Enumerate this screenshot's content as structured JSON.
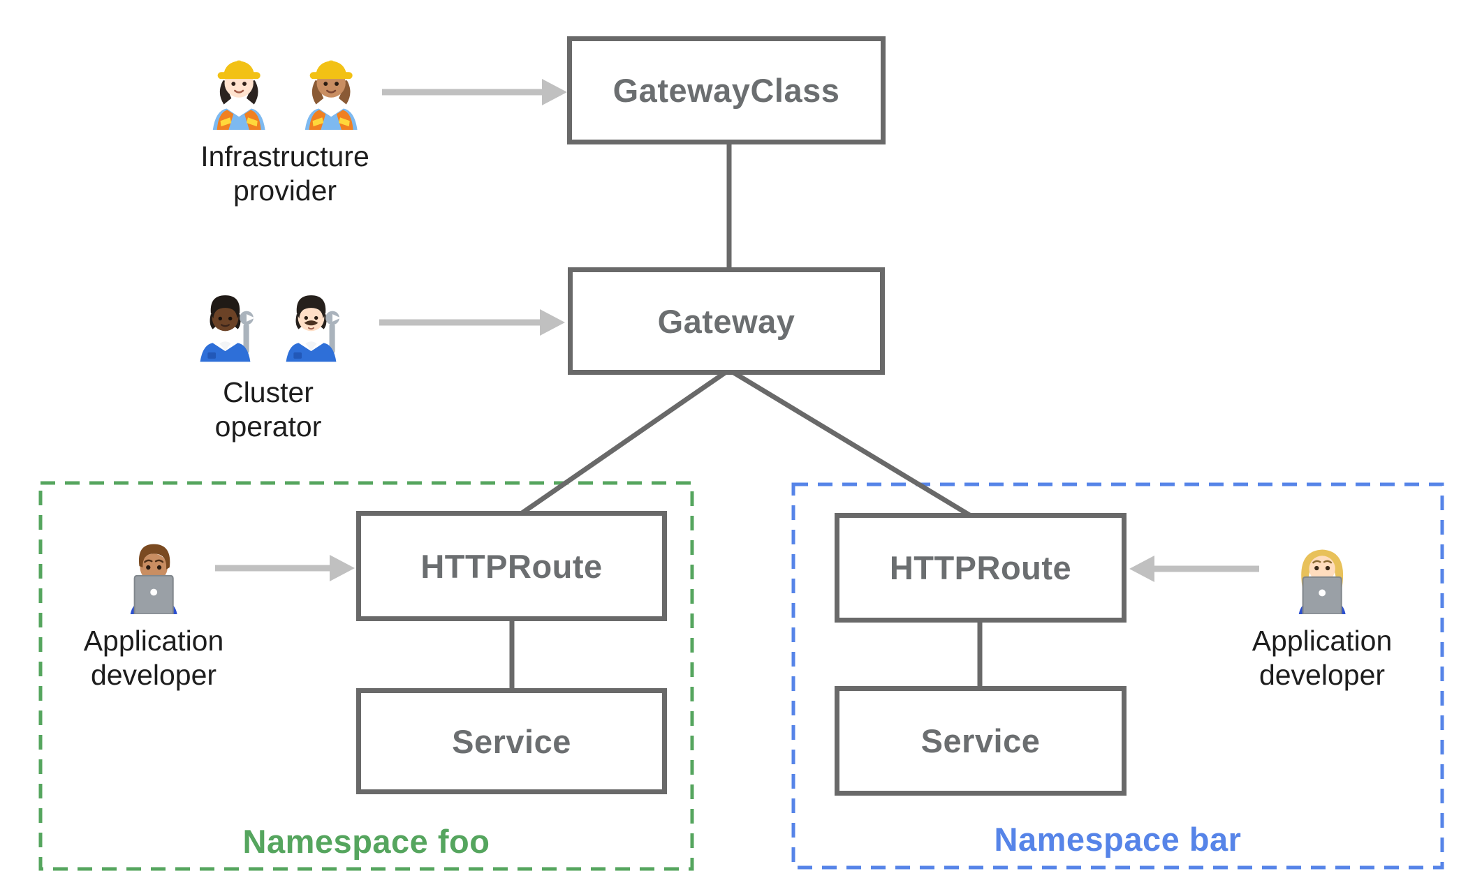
{
  "colors": {
    "bg": "#ffffff",
    "line": "#696969",
    "box-text": "#6b6e70",
    "arrow": "#c0c0c0",
    "label-text": "#1d1d1d",
    "ns-foo": "#55a55e",
    "ns-bar": "#5684e8"
  },
  "nodes": {
    "gateway_class": "GatewayClass",
    "gateway": "Gateway",
    "httproute_foo": "HTTPRoute",
    "service_foo": "Service",
    "httproute_bar": "HTTPRoute",
    "service_bar": "Service"
  },
  "personas": {
    "infrastructure_provider": {
      "label": "Infrastructure provider",
      "icons": [
        "woman-construction-worker-light-icon",
        "woman-construction-worker-medium-icon"
      ]
    },
    "cluster_operator": {
      "label": "Cluster operator",
      "icons": [
        "mechanic-dark-icon",
        "man-mechanic-light-icon"
      ]
    },
    "app_developer_foo": {
      "label": "Application developer",
      "icons": [
        "man-technologist-icon"
      ]
    },
    "app_developer_bar": {
      "label": "Application developer",
      "icons": [
        "woman-technologist-icon"
      ]
    }
  },
  "namespaces": {
    "foo": {
      "label": "Namespace foo"
    },
    "bar": {
      "label": "Namespace bar"
    }
  },
  "edges": [
    {
      "from": "GatewayClass",
      "to": "Gateway",
      "style": "line"
    },
    {
      "from": "Gateway",
      "to": "HTTPRoute (namespace foo)",
      "style": "line"
    },
    {
      "from": "Gateway",
      "to": "HTTPRoute (namespace bar)",
      "style": "line"
    },
    {
      "from": "HTTPRoute (namespace foo)",
      "to": "Service (namespace foo)",
      "style": "line"
    },
    {
      "from": "HTTPRoute (namespace bar)",
      "to": "Service (namespace bar)",
      "style": "line"
    },
    {
      "from": "Infrastructure provider",
      "to": "GatewayClass",
      "style": "arrow"
    },
    {
      "from": "Cluster operator",
      "to": "Gateway",
      "style": "arrow"
    },
    {
      "from": "Application developer (foo)",
      "to": "HTTPRoute (namespace foo)",
      "style": "arrow"
    },
    {
      "from": "Application developer (bar)",
      "to": "HTTPRoute (namespace bar)",
      "style": "arrow"
    }
  ]
}
